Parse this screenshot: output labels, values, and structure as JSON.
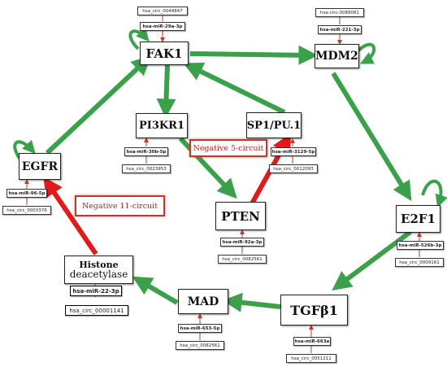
{
  "nodes": {
    "fak1": "FAK1",
    "mdm2": "MDM2",
    "pi3kr1": "PI3KR1",
    "sp1pu1": "SP1/PU.1",
    "egfr": "EGFR",
    "pten": "PTEN",
    "e2f1": "E2F1",
    "histone_line1": "Histone",
    "histone_line2": "deacetylase",
    "mad": "MAD",
    "tgfb1": "TGFβ1"
  },
  "regulators": {
    "fak1": {
      "circ": "hsa_circ_0044847",
      "mirna": "hsa-miR-29a-3p"
    },
    "mdm2": {
      "circ": "hsa-circ-0089081",
      "mirna": "hsa-miR-221-3p"
    },
    "pi3kr1": {
      "mirna": "hsa-miR-30b-5p",
      "circ": "hsa_circ_0023953"
    },
    "sp1pu1": {
      "mirna": "hsa-miR-3129-5p",
      "circ": "hsa_circ_0012093"
    },
    "egfr": {
      "mirna": "hsa-miR-96-5p",
      "circ": "hsa_circ_0003376"
    },
    "pten": {
      "mirna": "hsa-miR-92a-3p",
      "circ": "hsa_circ_0082561"
    },
    "e2f1": {
      "mirna": "hsa-miR-526b-3p",
      "circ": "hsa_circ_0009161"
    },
    "histone": {
      "mirna": "hsa-miR-22-3p",
      "circ": "hsa_circ_00001141"
    },
    "mad": {
      "mirna": "hsa-miR-653-5p",
      "circ": "hsa_circ_0082561"
    },
    "tgfb1": {
      "mirna": "hsa-miR-663a",
      "circ": "hsa_circ_0051211"
    }
  },
  "circuits": {
    "negative5": "Negative 5-circuit",
    "negative11": "Negative 11-circuit"
  },
  "colors": {
    "activation_arrow": "#3aa14a",
    "inhibition_arrow": "#e01b1b",
    "regulator_arrow": "#c0392b",
    "circuit_border": "#c0392b"
  }
}
